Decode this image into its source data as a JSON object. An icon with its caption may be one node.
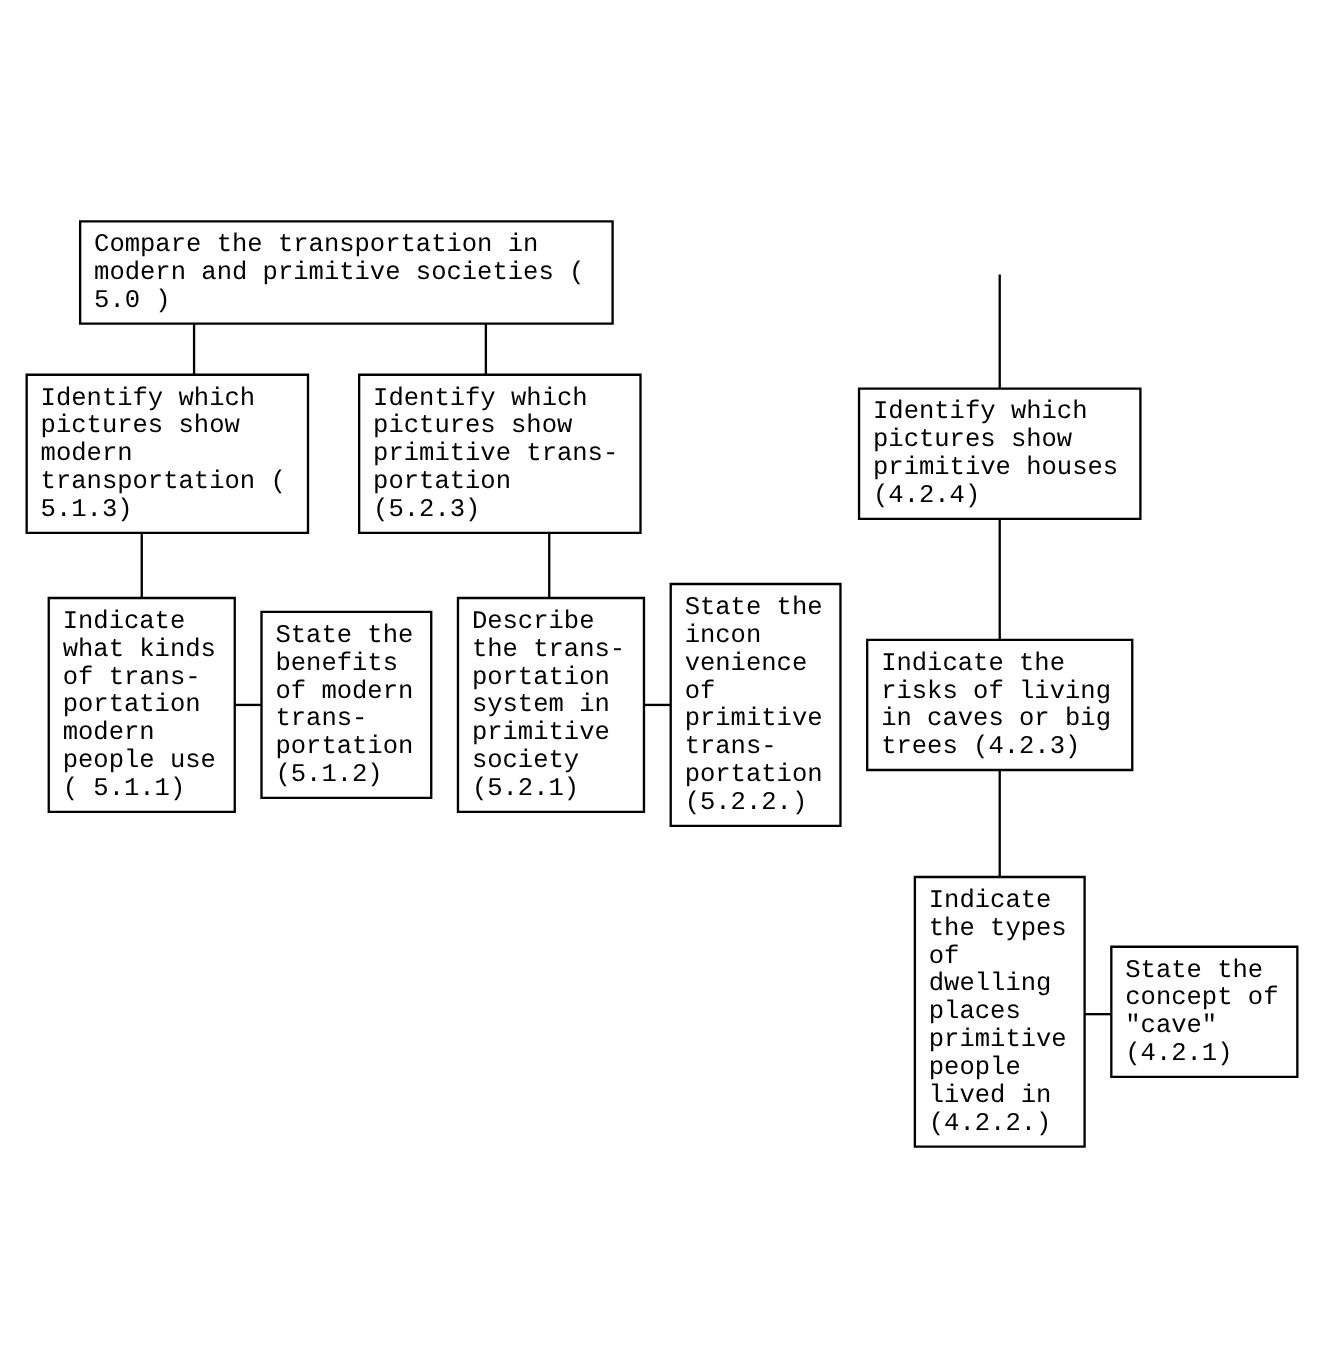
{
  "diagram": {
    "nodes": [
      {
        "text": [
          "Compare the transportation in modern and primitive societies ( 5.0 )"
        ]
      },
      {
        "text": [
          "Identify which pictures show primitive houses (4.2.4)"
        ]
      },
      {
        "text": [
          "Identify which pictures show modern transportation ( 5.1.3)"
        ]
      },
      {
        "text": [
          "Identify which pictures show primitive trans- portation (5.2.3)"
        ]
      },
      {
        "text": [
          "Indicate the risks of living in caves or big trees (4.2.3)"
        ]
      },
      {
        "text": [
          "Indicate what kinds of trans- portation modern people use ( 5.1.1)"
        ]
      },
      {
        "text": [
          "State the benefits of modern trans- portation (5.1.2)"
        ]
      },
      {
        "text": [
          "Describe the trans- portation system in primitive society (5.2.1)"
        ]
      },
      {
        "text": [
          "State the incon venience of primitive trans- portation (5.2.2.)"
        ]
      },
      {
        "text": [
          "Indicate the types of dwelling places primitive people lived in (4.2.2.)"
        ]
      },
      {
        "text": [
          "State the concept of \"cave\" (4.2.1)"
        ]
      }
    ],
    "edges": [
      {
        "from": 0,
        "to": 2,
        "arrow": "none"
      },
      {
        "from": 0,
        "to": 3,
        "arrow": "none"
      },
      {
        "from": null,
        "to": 1,
        "arrow": "none"
      },
      {
        "from": 1,
        "to": 4,
        "arrow": "none"
      },
      {
        "from": 4,
        "to": 9,
        "arrow": "none"
      },
      {
        "from": 9,
        "to": 10,
        "arrow": "none"
      },
      {
        "from": 2,
        "to": 5,
        "arrow": "none"
      },
      {
        "from": 5,
        "to": 6,
        "arrow": "none"
      },
      {
        "from": 3,
        "to": 7,
        "arrow": "none"
      },
      {
        "from": 7,
        "to": 8,
        "arrow": "none"
      }
    ]
  }
}
